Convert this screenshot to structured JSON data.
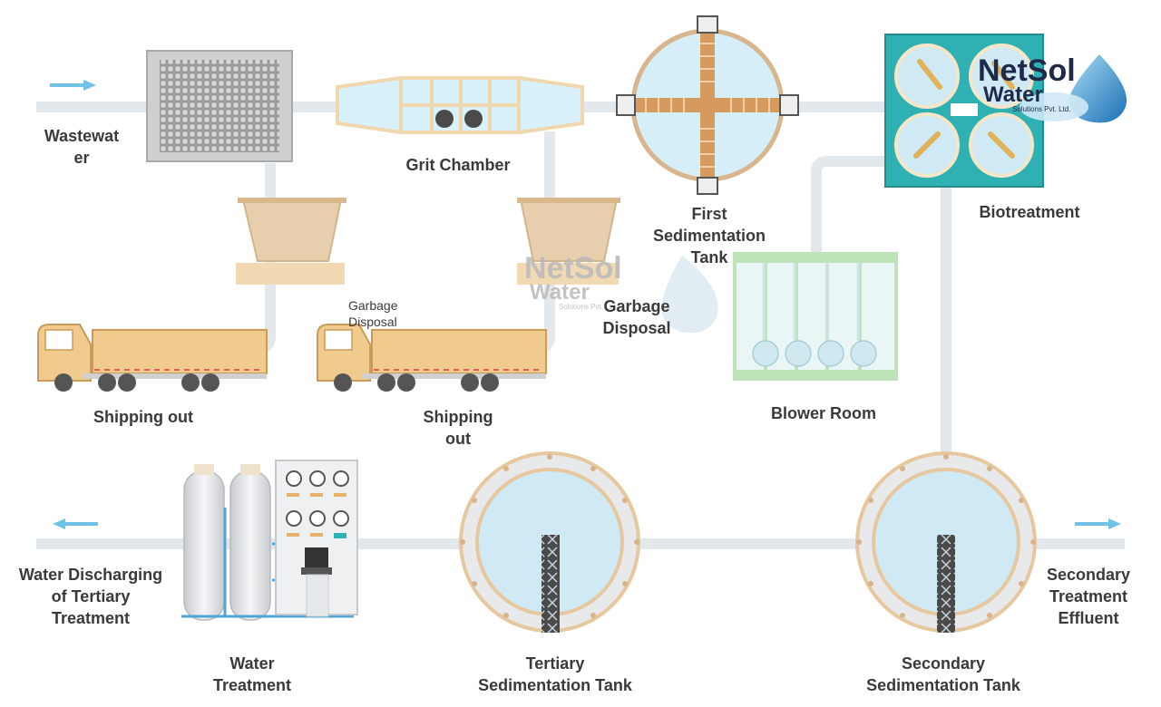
{
  "logo": {
    "name": "NetSol",
    "name2": "Water",
    "tagline": "Solutions Pvt. Ltd."
  },
  "watermark": {
    "name": "NetSol",
    "name2": "Water",
    "tagline": "Solutions Pvt. Ltd."
  },
  "labels": {
    "wastewater": [
      "Wastewat",
      "er"
    ],
    "grit_chamber": [
      "Grit Chamber"
    ],
    "first_sedimentation": [
      "First",
      "Sedimentation",
      "Tank"
    ],
    "biotreatment": [
      "Biotreatment"
    ],
    "garbage_disposal_small": [
      "Garbage",
      "Disposal"
    ],
    "garbage_disposal": [
      "Garbage",
      "Disposal"
    ],
    "shipping_out_1": [
      "Shipping out"
    ],
    "shipping_out_2": [
      "Shipping",
      "out"
    ],
    "blower_room": [
      "Blower Room"
    ],
    "water_discharging": [
      "Water Discharging",
      "of Tertiary",
      "Treatment"
    ],
    "water_treatment": [
      "Water",
      "Treatment"
    ],
    "tertiary_sedimentation": [
      "Tertiary",
      "Sedimentation Tank"
    ],
    "secondary_sedimentation": [
      "Secondary",
      "Sedimentation Tank"
    ],
    "secondary_effluent": [
      "Secondary",
      "Treatment",
      "Effluent"
    ]
  },
  "colors": {
    "pipe": "#e3e8ec",
    "water": "#cfeaf5",
    "tan": "#f1d7ad",
    "teal": "#2fb0b3",
    "arrow": "#6fc3e6"
  },
  "icons": [
    "flow-arrow-icon",
    "screen-grid-icon",
    "grit-chamber-icon",
    "hopper-icon",
    "truck-icon",
    "sedimentation-tank-icon",
    "bioreactor-icon",
    "blower-icon",
    "filter-tank-icon",
    "control-panel-icon",
    "clarifier-icon",
    "water-drop-icon"
  ]
}
